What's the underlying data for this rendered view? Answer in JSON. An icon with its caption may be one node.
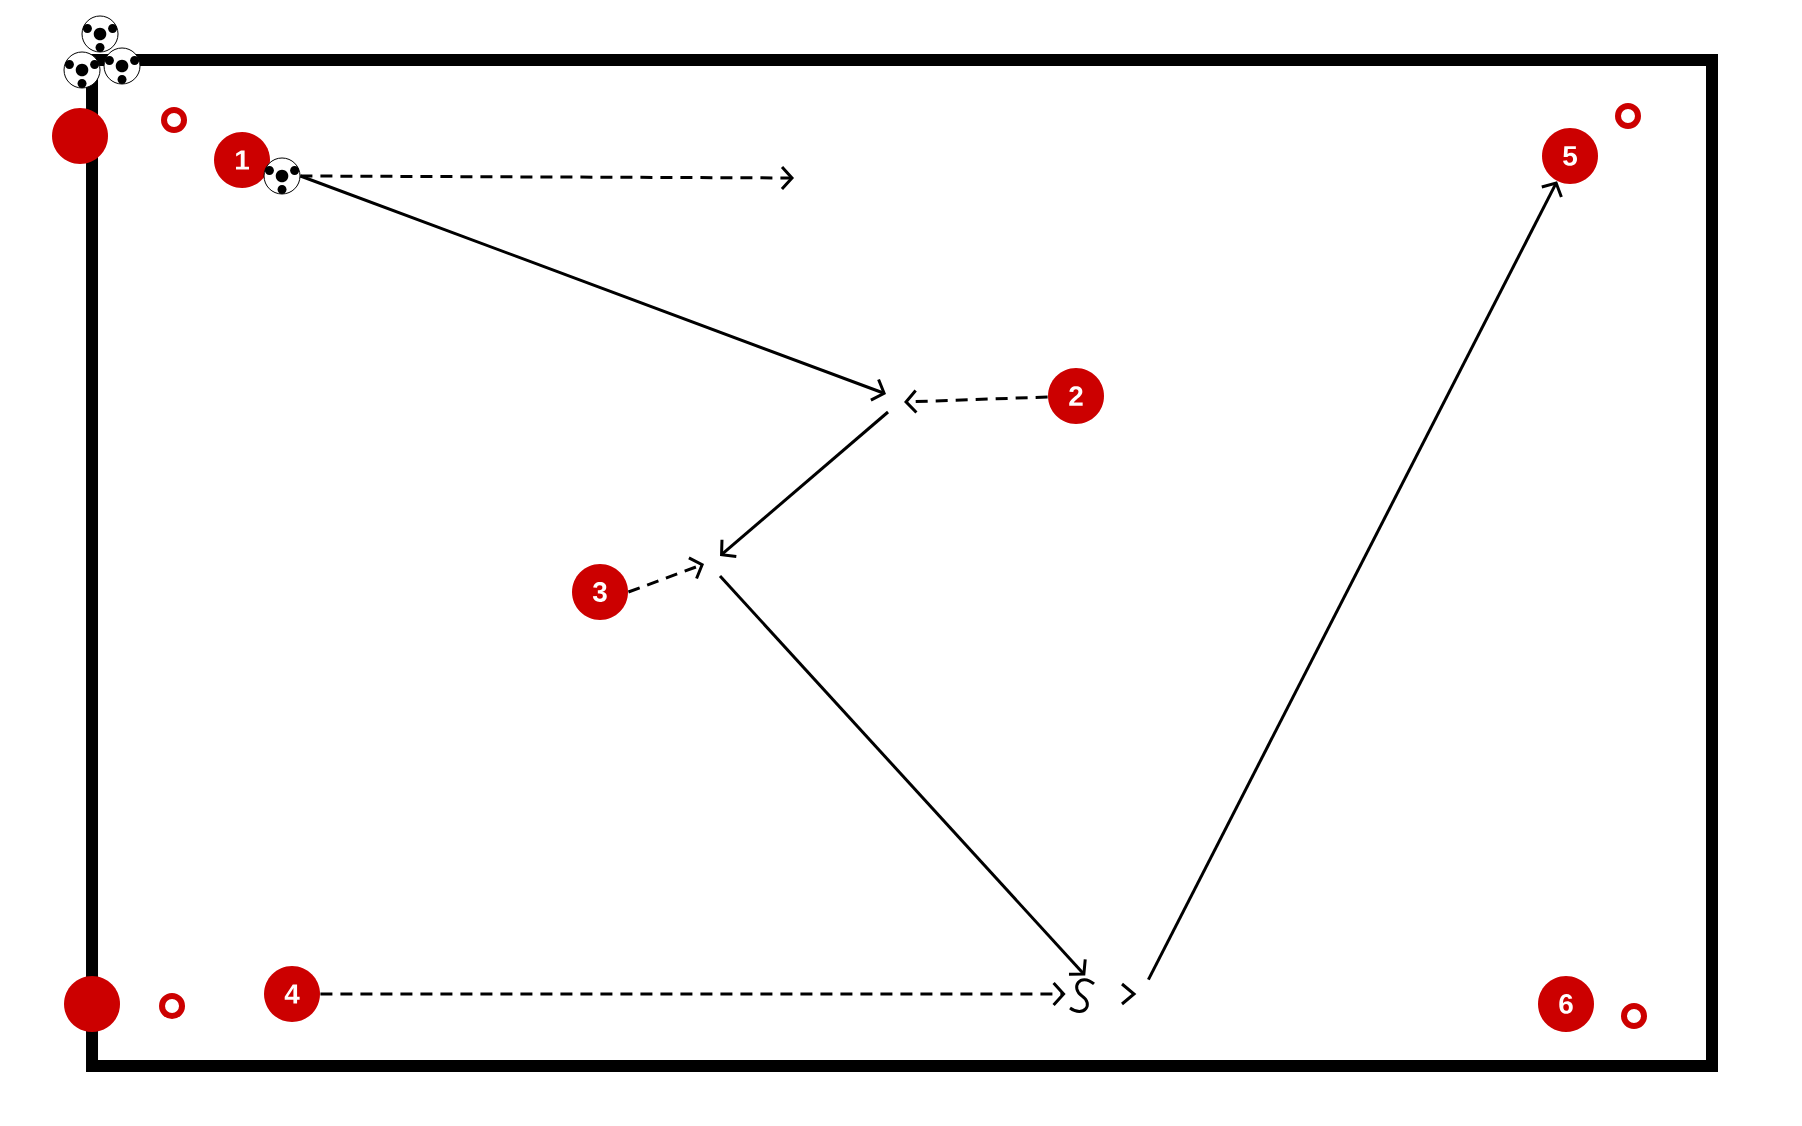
{
  "diagram": {
    "nodes": [
      {
        "text": [
          "1"
        ]
      },
      {
        "text": [],
        "shape": "ball"
      },
      {
        "text": [
          "2"
        ]
      },
      {
        "text": [
          "3"
        ]
      },
      {
        "text": [
          "4"
        ]
      },
      {
        "text": [
          "5"
        ]
      },
      {
        "text": [
          "6"
        ]
      },
      {
        "text": [],
        "shape": "circle"
      },
      {
        "text": [],
        "shape": "circle"
      },
      {
        "text": [],
        "shape": "turn"
      }
    ],
    "edges": [
      {
        "from": 1,
        "to": null,
        "arrow": "to",
        "style": "dashed"
      },
      {
        "from": 1,
        "to": null,
        "arrow": "to"
      },
      {
        "from": 2,
        "to": null,
        "arrow": "to",
        "style": "dashed"
      },
      {
        "from": 3,
        "to": null,
        "arrow": "to",
        "style": "dashed"
      },
      {
        "from": 4,
        "to": 9,
        "arrow": "to",
        "style": "dashed"
      },
      {
        "from": null,
        "to": 9,
        "arrow": "to"
      },
      {
        "from": 9,
        "to": 5,
        "arrow": "to"
      }
    ]
  }
}
